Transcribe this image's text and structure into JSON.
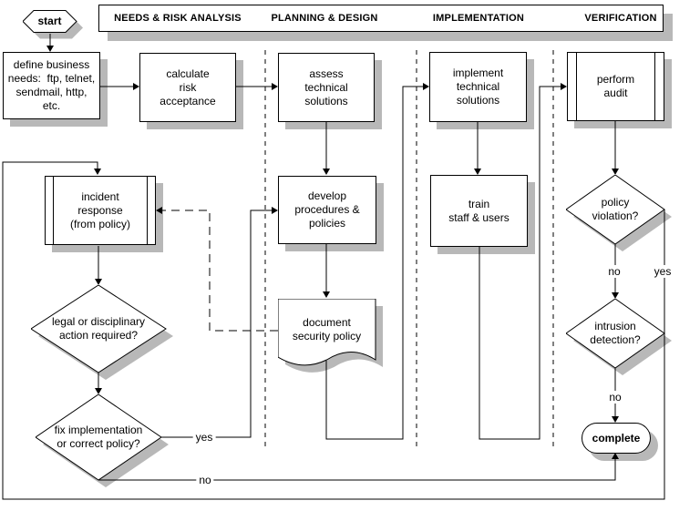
{
  "colors": {
    "background": "#ffffff",
    "line": "#000000",
    "shadow": "#b8b8b8"
  },
  "header": {
    "phases": [
      "NEEDS & RISK ANALYSIS",
      "PLANNING & DESIGN",
      "IMPLEMENTATION",
      "VERIFICATION"
    ]
  },
  "nodes": {
    "start": {
      "type": "terminator-hexagon",
      "label": "start"
    },
    "define_needs": {
      "type": "process",
      "lines": [
        "define business",
        "needs:  ftp, telnet,",
        "sendmail, http,",
        "etc."
      ]
    },
    "calculate_risk": {
      "type": "process",
      "lines": [
        "calculate",
        "risk",
        "acceptance"
      ]
    },
    "assess_solutions": {
      "type": "process",
      "lines": [
        "assess",
        "technical",
        "solutions"
      ]
    },
    "implement_solutions": {
      "type": "process",
      "lines": [
        "implement",
        "technical",
        "solutions"
      ]
    },
    "perform_audit": {
      "type": "predefined-process",
      "lines": [
        "perform",
        "audit"
      ]
    },
    "incident_response": {
      "type": "predefined-process",
      "lines": [
        "incident",
        "response",
        "(from policy)"
      ]
    },
    "develop_policies": {
      "type": "process",
      "lines": [
        "develop",
        "procedures &",
        "policies"
      ]
    },
    "train_staff": {
      "type": "process",
      "lines": [
        "train",
        "staff & users"
      ]
    },
    "document_policy": {
      "type": "document",
      "lines": [
        "document",
        "security policy"
      ]
    },
    "legal_action": {
      "type": "decision",
      "lines": [
        "legal or disciplinary",
        "action required?"
      ]
    },
    "fix_implementation": {
      "type": "decision",
      "lines": [
        "fix implementation",
        "or correct policy?"
      ]
    },
    "policy_violation": {
      "type": "decision",
      "lines": [
        "policy",
        "violation?"
      ]
    },
    "intrusion_detection": {
      "type": "decision",
      "lines": [
        "intrusion",
        "detection?"
      ]
    },
    "complete": {
      "type": "terminator",
      "label": "complete"
    }
  },
  "edge_labels": {
    "policy_violation_no": "no",
    "policy_violation_yes": "yes",
    "intrusion_no": "no",
    "fix_yes": "yes",
    "fix_no": "no"
  }
}
